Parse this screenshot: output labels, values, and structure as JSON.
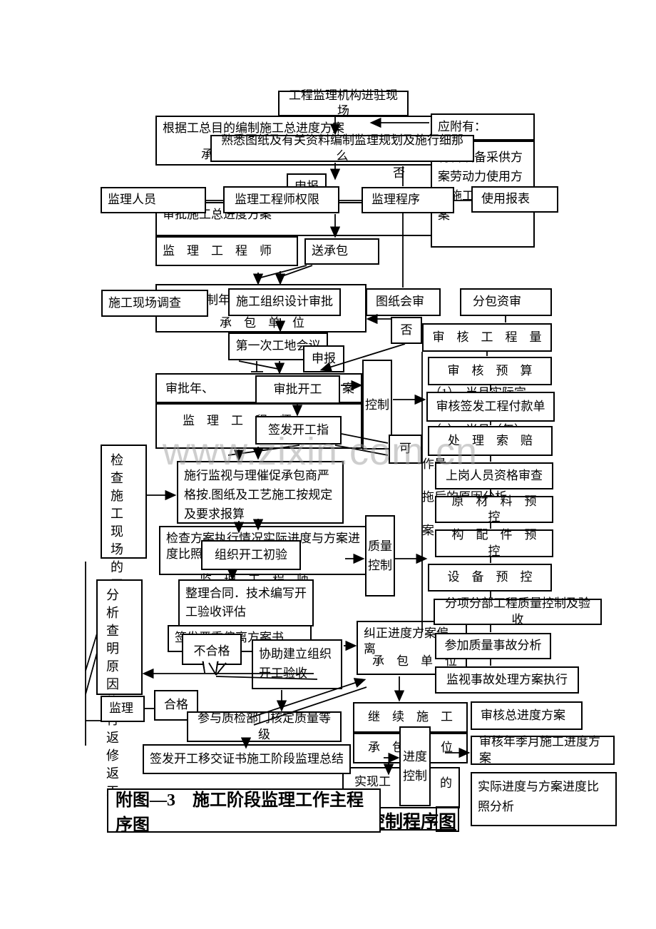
{
  "watermark": "www.zixin.com.cn",
  "colors": {
    "line": "#000000",
    "background": "#ffffff",
    "watermark": "#9d9d9d"
  },
  "title": "附图—3　施工阶段监理工作主程序图",
  "bottom_fragment": "控制程序图",
  "nodes": {
    "enter_site": "工程监理机构进驻现场",
    "total_schedule": "根据工总目的编制施工总进度方案",
    "frag_cheng": "承",
    "familiarize": "熟悉图纸及有关资料编制监理规划及施行细那么",
    "should_attach": "应附有：",
    "attach_plans": "材料设备采供方案劳动力使用方案施工机械用方案",
    "declare1": "申报",
    "no1": "否",
    "staff": "监理人员",
    "authority": "监理工程师权限",
    "procedure": "监理程序",
    "use_forms": "使用报表",
    "approve_total": "审批施工总进度方案",
    "supervising_engineer1": "监　理　工　程　师",
    "send_contractor": "送承包",
    "frag_compile_year": "编制年、",
    "contract_unit1": "承　包　单　位",
    "site_survey": "施工现场调查",
    "org_design_approve": "施工组织设计审批",
    "drawing_review": "图纸会审",
    "subcontract_review": "分包资审",
    "first_meeting": "第一次工地会议",
    "no2": "否",
    "audit_quantity": "审　核　工　程　量",
    "declare2": "申报",
    "frag_approve_year": "审批年、",
    "frag_an1": "案",
    "supervising_engineer2": "监　理　工　程　师",
    "approve_start": "审批开工",
    "issue_start_order": "签发开工指",
    "control": "控制",
    "ok": "可",
    "audit_budget": "审　核　预　算",
    "frag_f1": "（1）　当月实际完",
    "audit_payment": "审核签发工程付款单",
    "frag_f2": "（2）　当月（年）",
    "handle_claims": "处　理　索　赔",
    "frag_f3": "作量",
    "staff_qualification": "上岗人员资格审查",
    "frag_f4": "拖后的原因分析",
    "raw_material_control": "原　材　料　预　控",
    "frag_f5": "案",
    "component_control": "构　配　件　预　控",
    "equipment_control": "设　备　预　控",
    "quality_acceptance": "分项分部工程质量控制及验收",
    "quality_accident": "参加质量事故分析",
    "accident_plan_watch": "监视事故处理方案执行",
    "quality_control": "质量控制",
    "site_safety": "检查施工现场的平安防护卫",
    "supervise_urge": "施行监视与理催促承包商严格按.图纸及工艺施工按规定及要求报算",
    "check_plan_compare": "检查方案执行情况实际进度与方案进度比照",
    "initial_acceptance": "组织开工初验",
    "supervising_engineer3": "监　理　工　程　师",
    "organize_docs": "整理合同．技术编写开工验收评估",
    "issue_deviation": "签发严重偏离方案书",
    "analyze_cause": "分析查明原因施行返修返工",
    "supervise": "监理",
    "unqualified": "不合格",
    "assist_acceptance": "协助建立组织开工验收",
    "qualified": "合格",
    "correct_deviation": "纠正进度方案偏离",
    "contract_unit2": "承　包　单　位",
    "grade_quality": "参与质检部门核定质量等级",
    "continue_construction": "继　续　施　工",
    "contract_unit3": "承　包　单　位",
    "progress_control": "进度控制",
    "audit_total_schedule": "审核总进度方案",
    "audit_ymq_schedule": "审核年季月施工进度方案",
    "actual_vs_plan": "实际进度与方案进度比照分析",
    "handover_cert": "签发开工移交证书施工阶段监理总结",
    "frag_realize": "实现工",
    "frag_de": "的"
  }
}
